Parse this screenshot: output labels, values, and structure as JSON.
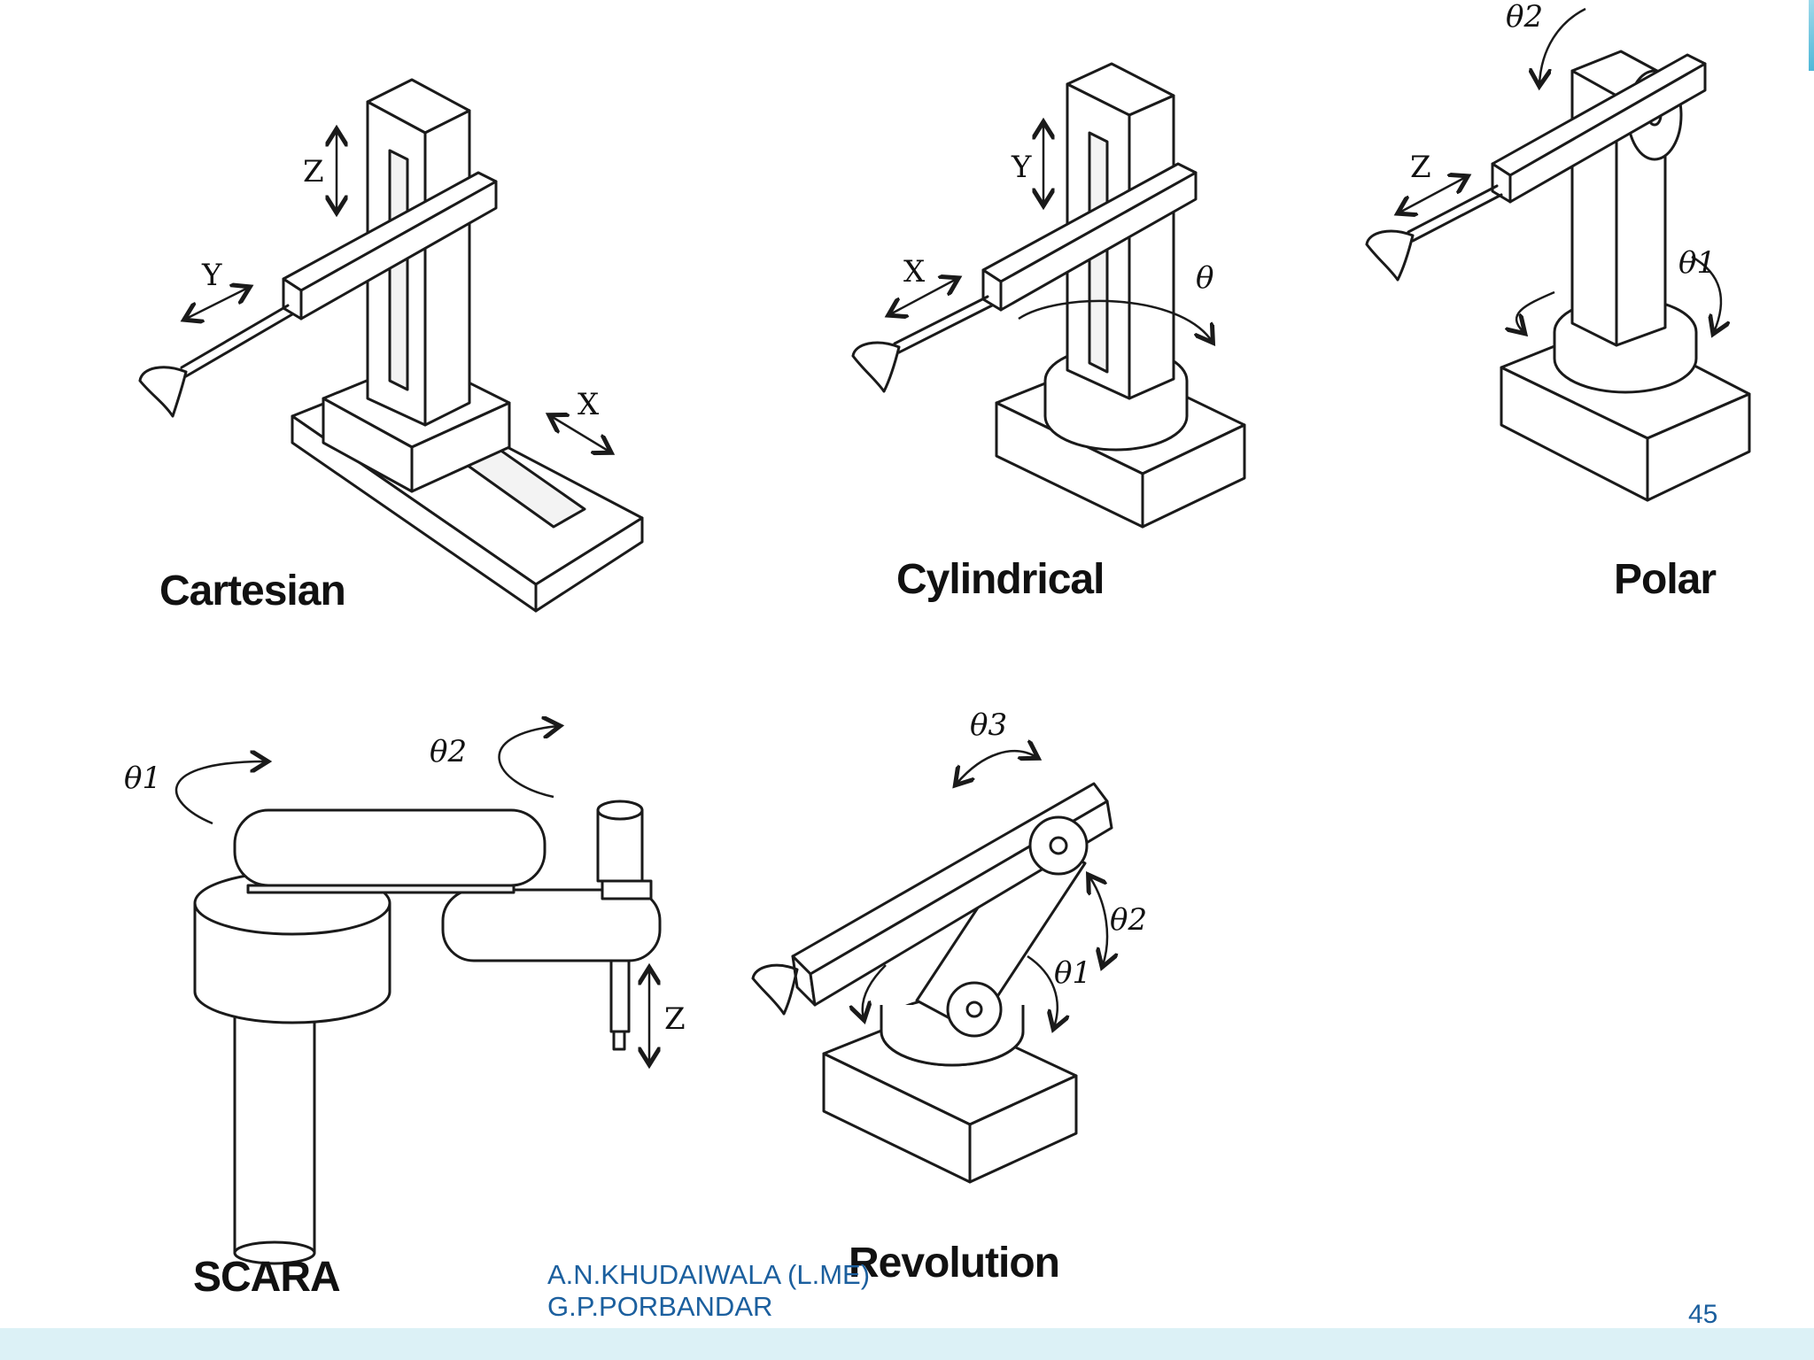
{
  "diagrams": {
    "cartesian": {
      "title": "Cartesian",
      "axes": [
        "Z",
        "Y",
        "X"
      ]
    },
    "cylindrical": {
      "title": "Cylindrical",
      "axes": [
        "Y",
        "X",
        "θ"
      ]
    },
    "polar": {
      "title": "Polar",
      "axes": [
        "θ2",
        "Z",
        "θ1"
      ]
    },
    "scara": {
      "title": "SCARA",
      "axes": [
        "θ1",
        "θ2",
        "Z"
      ]
    },
    "revolution": {
      "title": "Revolution",
      "axes": [
        "θ3",
        "θ2",
        "θ1"
      ]
    }
  },
  "footer": {
    "author_line1": "A.N.KHUDAIWALA  (L.ME)",
    "author_line2": "G.P.PORBANDAR"
  },
  "page_number": "45",
  "colors": {
    "footer_text": "#1b5f9e",
    "bottom_band": "#dcf1f6",
    "line": "#1a1a1a"
  }
}
